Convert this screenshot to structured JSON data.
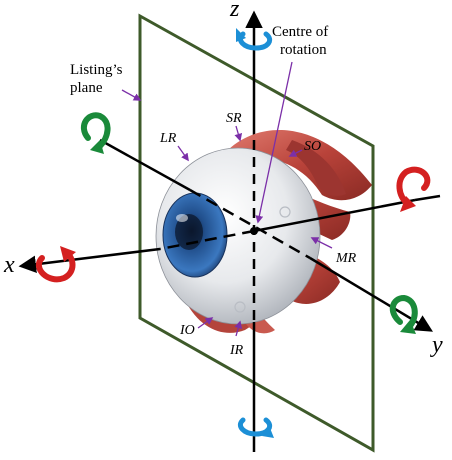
{
  "labels": {
    "centre_line1": "Centre of",
    "centre_line2": "rotation",
    "listing_line1": "Listing’s",
    "listing_line2": "plane",
    "lr": "LR",
    "sr": "SR",
    "so": "SO",
    "mr": "MR",
    "io": "IO",
    "ir": "IR"
  },
  "axes": {
    "x": "x",
    "y": "y",
    "z": "z"
  },
  "colors": {
    "plane_border": "#3e5a2a",
    "axis": "#000000",
    "pointer": "#7b2fa8",
    "rotation_red": "#d42020",
    "rotation_green": "#1a8a3a",
    "rotation_blue": "#1c8fd6",
    "iris": "#2f68b0",
    "muscle": "#c0504a"
  },
  "icons": [
    "rotation-arrow-icon-red",
    "rotation-arrow-icon-green",
    "rotation-arrow-icon-blue"
  ]
}
